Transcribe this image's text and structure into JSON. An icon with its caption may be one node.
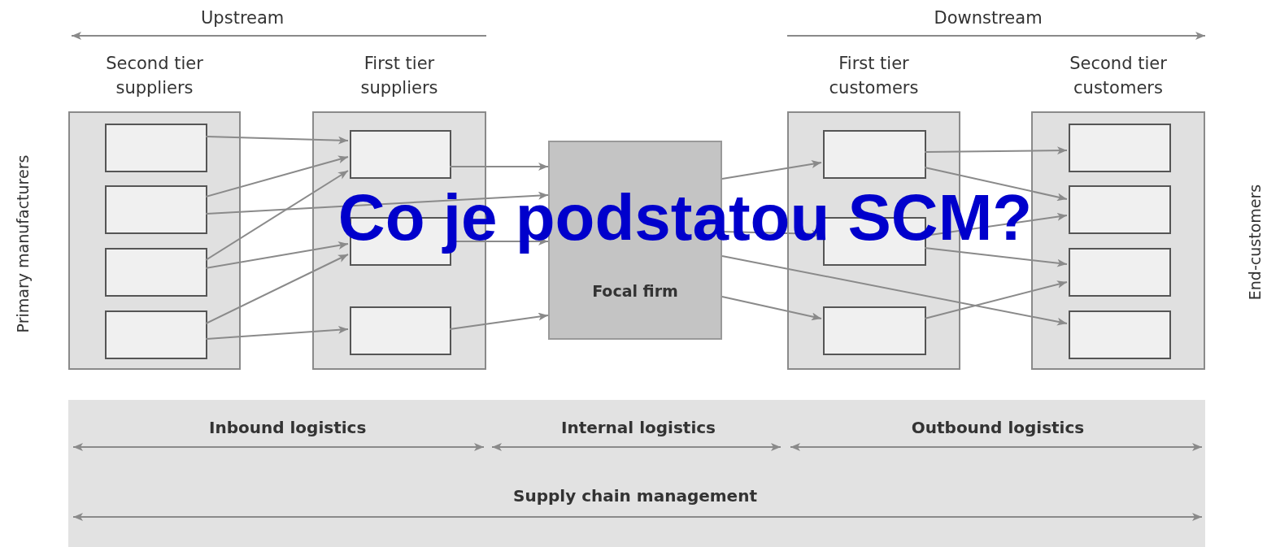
{
  "diagram": {
    "title": "Co je podstatou SCM?",
    "nodes": [
      {
        "text": [
          "Second tier suppliers"
        ]
      },
      {
        "text": [],
        "shape": "box",
        "in": 0
      },
      {
        "text": [],
        "shape": "box",
        "in": 0
      },
      {
        "text": [],
        "shape": "box",
        "in": 0
      },
      {
        "text": [],
        "shape": "box",
        "in": 0
      },
      {
        "text": [
          "First tier suppliers"
        ]
      },
      {
        "text": [],
        "shape": "box",
        "in": 5
      },
      {
        "text": [],
        "shape": "box",
        "in": 5
      },
      {
        "text": [],
        "shape": "box",
        "in": 5
      },
      {
        "text": [
          "Focal firm"
        ]
      },
      {
        "text": [
          "First tier customers"
        ]
      },
      {
        "text": [],
        "shape": "box",
        "in": 10
      },
      {
        "text": [],
        "shape": "box",
        "in": 10
      },
      {
        "text": [],
        "shape": "box",
        "in": 10
      },
      {
        "text": [
          "Second tier customers"
        ]
      },
      {
        "text": [],
        "shape": "box",
        "in": 14
      },
      {
        "text": [],
        "shape": "box",
        "in": 14
      },
      {
        "text": [],
        "shape": "box",
        "in": 14
      },
      {
        "text": [],
        "shape": "box",
        "in": 14
      },
      {
        "text": [
          "Inbound logistics",
          "Internal logistics",
          "Outbound logistics",
          "Supply chain management"
        ]
      }
    ],
    "edges": [
      {
        "from": 1,
        "to": 6,
        "arrow": "to"
      },
      {
        "from": 2,
        "to": 6,
        "arrow": "to"
      },
      {
        "from": 2,
        "to": 9,
        "arrow": "to"
      },
      {
        "from": 3,
        "to": 6,
        "arrow": "to"
      },
      {
        "from": 3,
        "to": 7,
        "arrow": "to"
      },
      {
        "from": 4,
        "to": 7,
        "arrow": "to"
      },
      {
        "from": 4,
        "to": 8,
        "arrow": "to"
      },
      {
        "from": 6,
        "to": 9,
        "arrow": "to"
      },
      {
        "from": 7,
        "to": 9,
        "arrow": "to"
      },
      {
        "from": 8,
        "to": 9,
        "arrow": "to"
      },
      {
        "from": 9,
        "to": 11,
        "arrow": "to"
      },
      {
        "from": 9,
        "to": 12,
        "arrow": "to"
      },
      {
        "from": 9,
        "to": 18,
        "arrow": "to"
      },
      {
        "from": 9,
        "to": 13,
        "arrow": "to"
      },
      {
        "from": 11,
        "to": 15,
        "arrow": "to"
      },
      {
        "from": 11,
        "to": 16,
        "arrow": "to"
      },
      {
        "from": 12,
        "to": 16,
        "arrow": "to"
      },
      {
        "from": 12,
        "to": 17,
        "arrow": "to"
      },
      {
        "from": 13,
        "to": 17,
        "arrow": "to"
      }
    ],
    "labels": [
      "Upstream",
      "Downstream",
      "Primary manufacturers",
      "End-customers"
    ]
  }
}
